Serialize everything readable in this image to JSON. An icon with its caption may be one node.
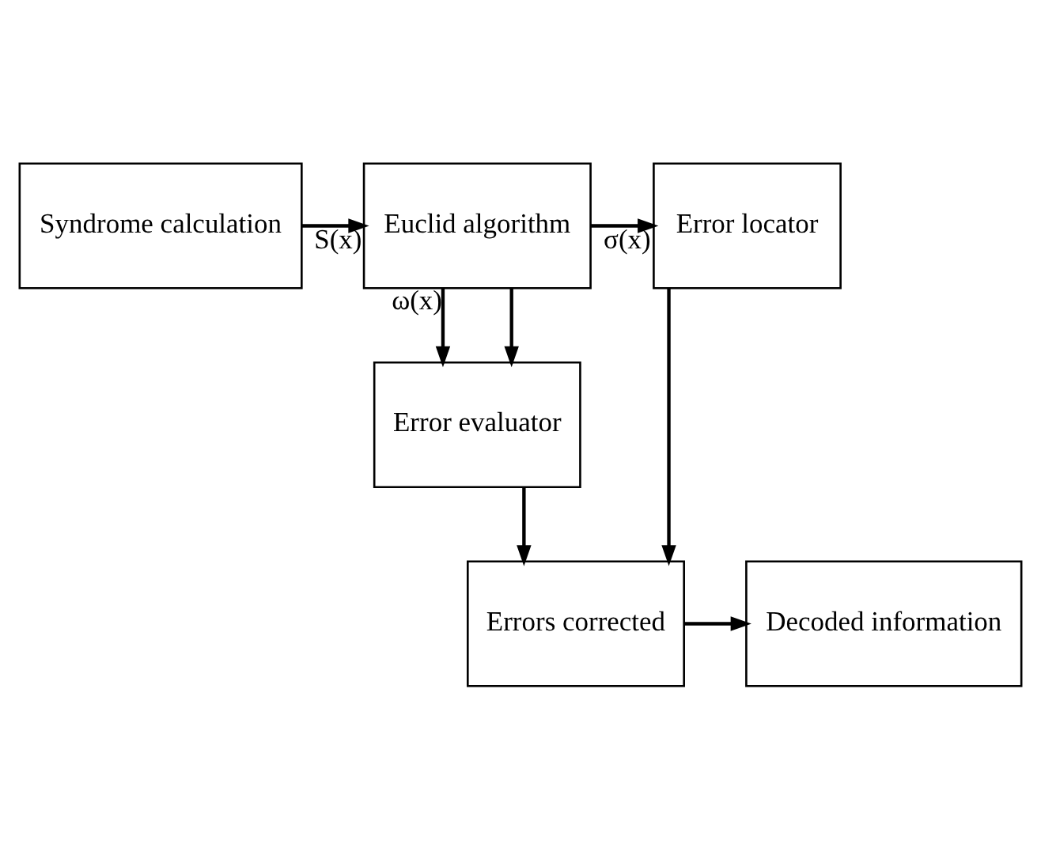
{
  "diagram": {
    "nodes": [
      {
        "text": [
          "Syndrome calculation"
        ]
      },
      {
        "text": [
          "Euclid algorithm"
        ]
      },
      {
        "text": [
          "Error locator"
        ]
      },
      {
        "text": [
          "Error evaluator"
        ]
      },
      {
        "text": [
          "Errors corrected"
        ]
      },
      {
        "text": [
          "Decoded information"
        ]
      }
    ],
    "edges": [
      {
        "from": 0,
        "to": 1,
        "arrow": "to",
        "label": "S(x)"
      },
      {
        "from": 1,
        "to": 2,
        "arrow": "to",
        "label": "σ(x)"
      },
      {
        "from": 1,
        "to": 3,
        "arrow": "to",
        "label": "ω(x)"
      },
      {
        "from": 1,
        "to": 3,
        "arrow": "to"
      },
      {
        "from": 3,
        "to": 4,
        "arrow": "to"
      },
      {
        "from": 2,
        "to": 4,
        "arrow": "to"
      },
      {
        "from": 4,
        "to": 5,
        "arrow": "to"
      }
    ]
  }
}
